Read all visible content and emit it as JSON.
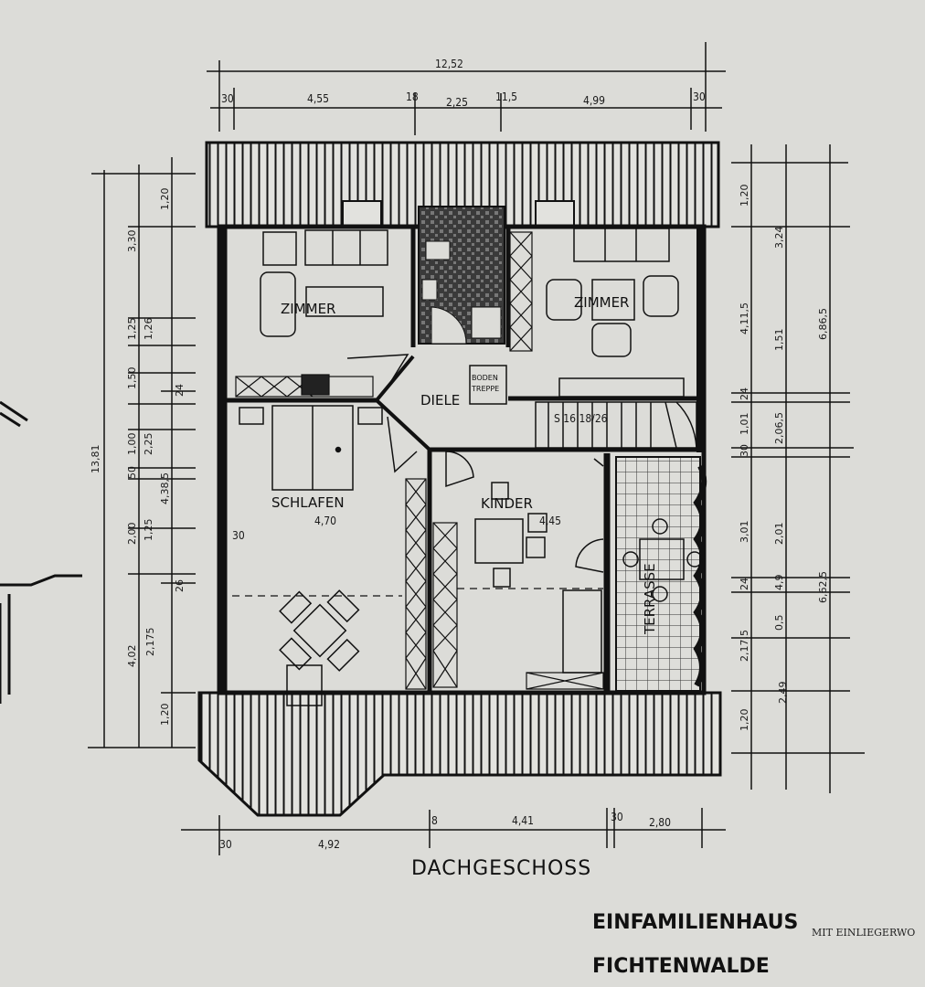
{
  "drawing": {
    "title": "DACHGESCHOSS",
    "stamp_line1": "EINFAMILIENHAUS",
    "stamp_note": "MIT EINLIEGERWO",
    "stamp_line2": "FICHTENWALDE"
  },
  "rooms": {
    "zimmer_left": "ZIMMER",
    "zimmer_right": "ZIMMER",
    "diele": "DIELE",
    "schlafen": "SCHLAFEN",
    "schlafen_dim": "4,70",
    "kinder": "KINDER",
    "kinder_dim": "4,45",
    "terrasse": "TERRASSE",
    "boden_treppe_1": "BODEN",
    "boden_treppe_2": "TREPPE",
    "stair_label": "S 16 18/26"
  },
  "dims_top": {
    "overall": "12,52",
    "d1": "30",
    "d2": "4,55",
    "d3": "18",
    "d4": "2,25",
    "d5": "11,5",
    "d6": "4,99",
    "d7": "30"
  },
  "dims_bottom": {
    "d1": "30",
    "d2": "4,92",
    "d3": "8",
    "d4": "4,41",
    "d5": "30",
    "d6": "2,80"
  },
  "dims_left": {
    "overall": "13,81",
    "a1": "4,02",
    "a2": "2,00",
    "a3": "50",
    "a4": "1,00",
    "a5": "1,50",
    "a6": "1,25",
    "a7": "3,30",
    "b1": "2,175",
    "b2": "1,25",
    "b3": "2,25",
    "b4": "1,26",
    "c1": "1,20",
    "c2": "26",
    "c3": "4,38,5",
    "c4": "24",
    "c5": "1,20",
    "m1": "30"
  },
  "dims_right": {
    "a1": "1,20",
    "a2": "4,11,5",
    "a3": "24",
    "a4": "1,01",
    "a5": "30",
    "a6": "3,01",
    "a7": "24",
    "a8": "2,17,5",
    "a9": "1,20",
    "b1": "3,24",
    "b2": "1,51",
    "b3": "2,06,5",
    "b4": "2,01",
    "b5": "4,9",
    "b6": "0,5",
    "b7": "2,49",
    "c1": "6,86,5",
    "c2": "6,62,5"
  }
}
